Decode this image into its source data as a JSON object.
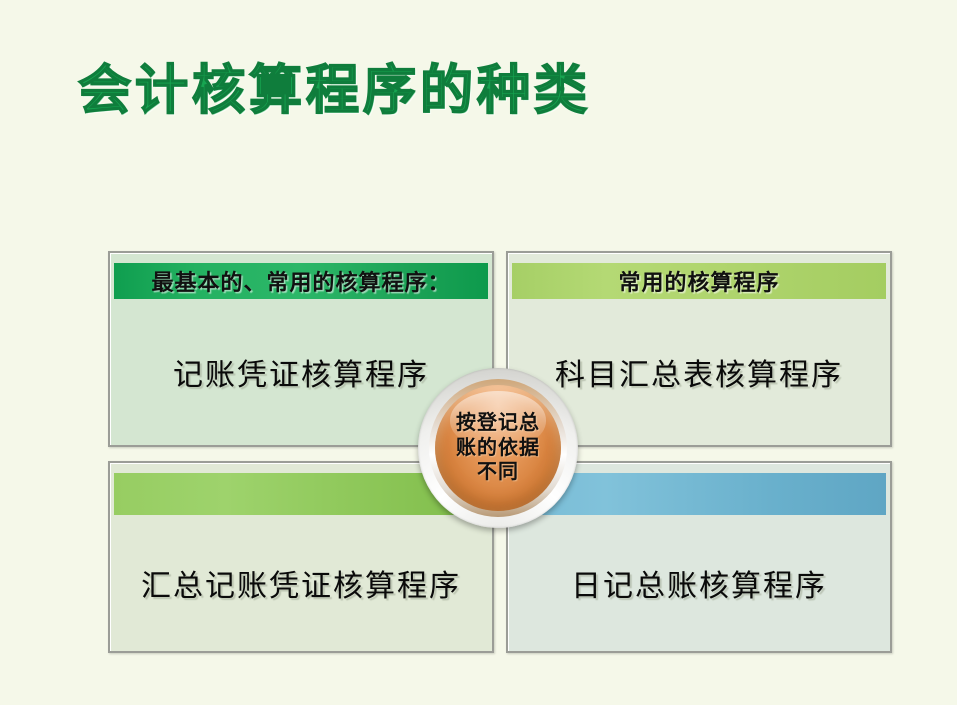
{
  "slide": {
    "title": "会计核算程序的种类",
    "background_color": "#F5F8E9",
    "title_color": "#17A551"
  },
  "center_badge": {
    "name": "按登记总账的依据不同",
    "lines": [
      "按登记总",
      "账的依据",
      "不同"
    ],
    "color": "#E09250"
  },
  "cards": [
    {
      "id": "top-left",
      "header": "最基本的、常用的核算程序：",
      "body": "记账凭证核算程序",
      "header_color": "#1DA357",
      "body_color": "#D4E6D1"
    },
    {
      "id": "top-right",
      "header": "常用的核算程序",
      "body": "科目汇总表核算程序",
      "header_color": "#AFD46C",
      "body_color": "#E2EADA"
    },
    {
      "id": "bottom-left",
      "header": "",
      "body": "汇总记账凭证核算程序",
      "header_color": "#92CC5E",
      "body_color": "#E1E9D6"
    },
    {
      "id": "bottom-right",
      "header": "",
      "body": "日记总账核算程序",
      "header_color": "#6DB4D2",
      "body_color": "#DDE7DE"
    }
  ]
}
